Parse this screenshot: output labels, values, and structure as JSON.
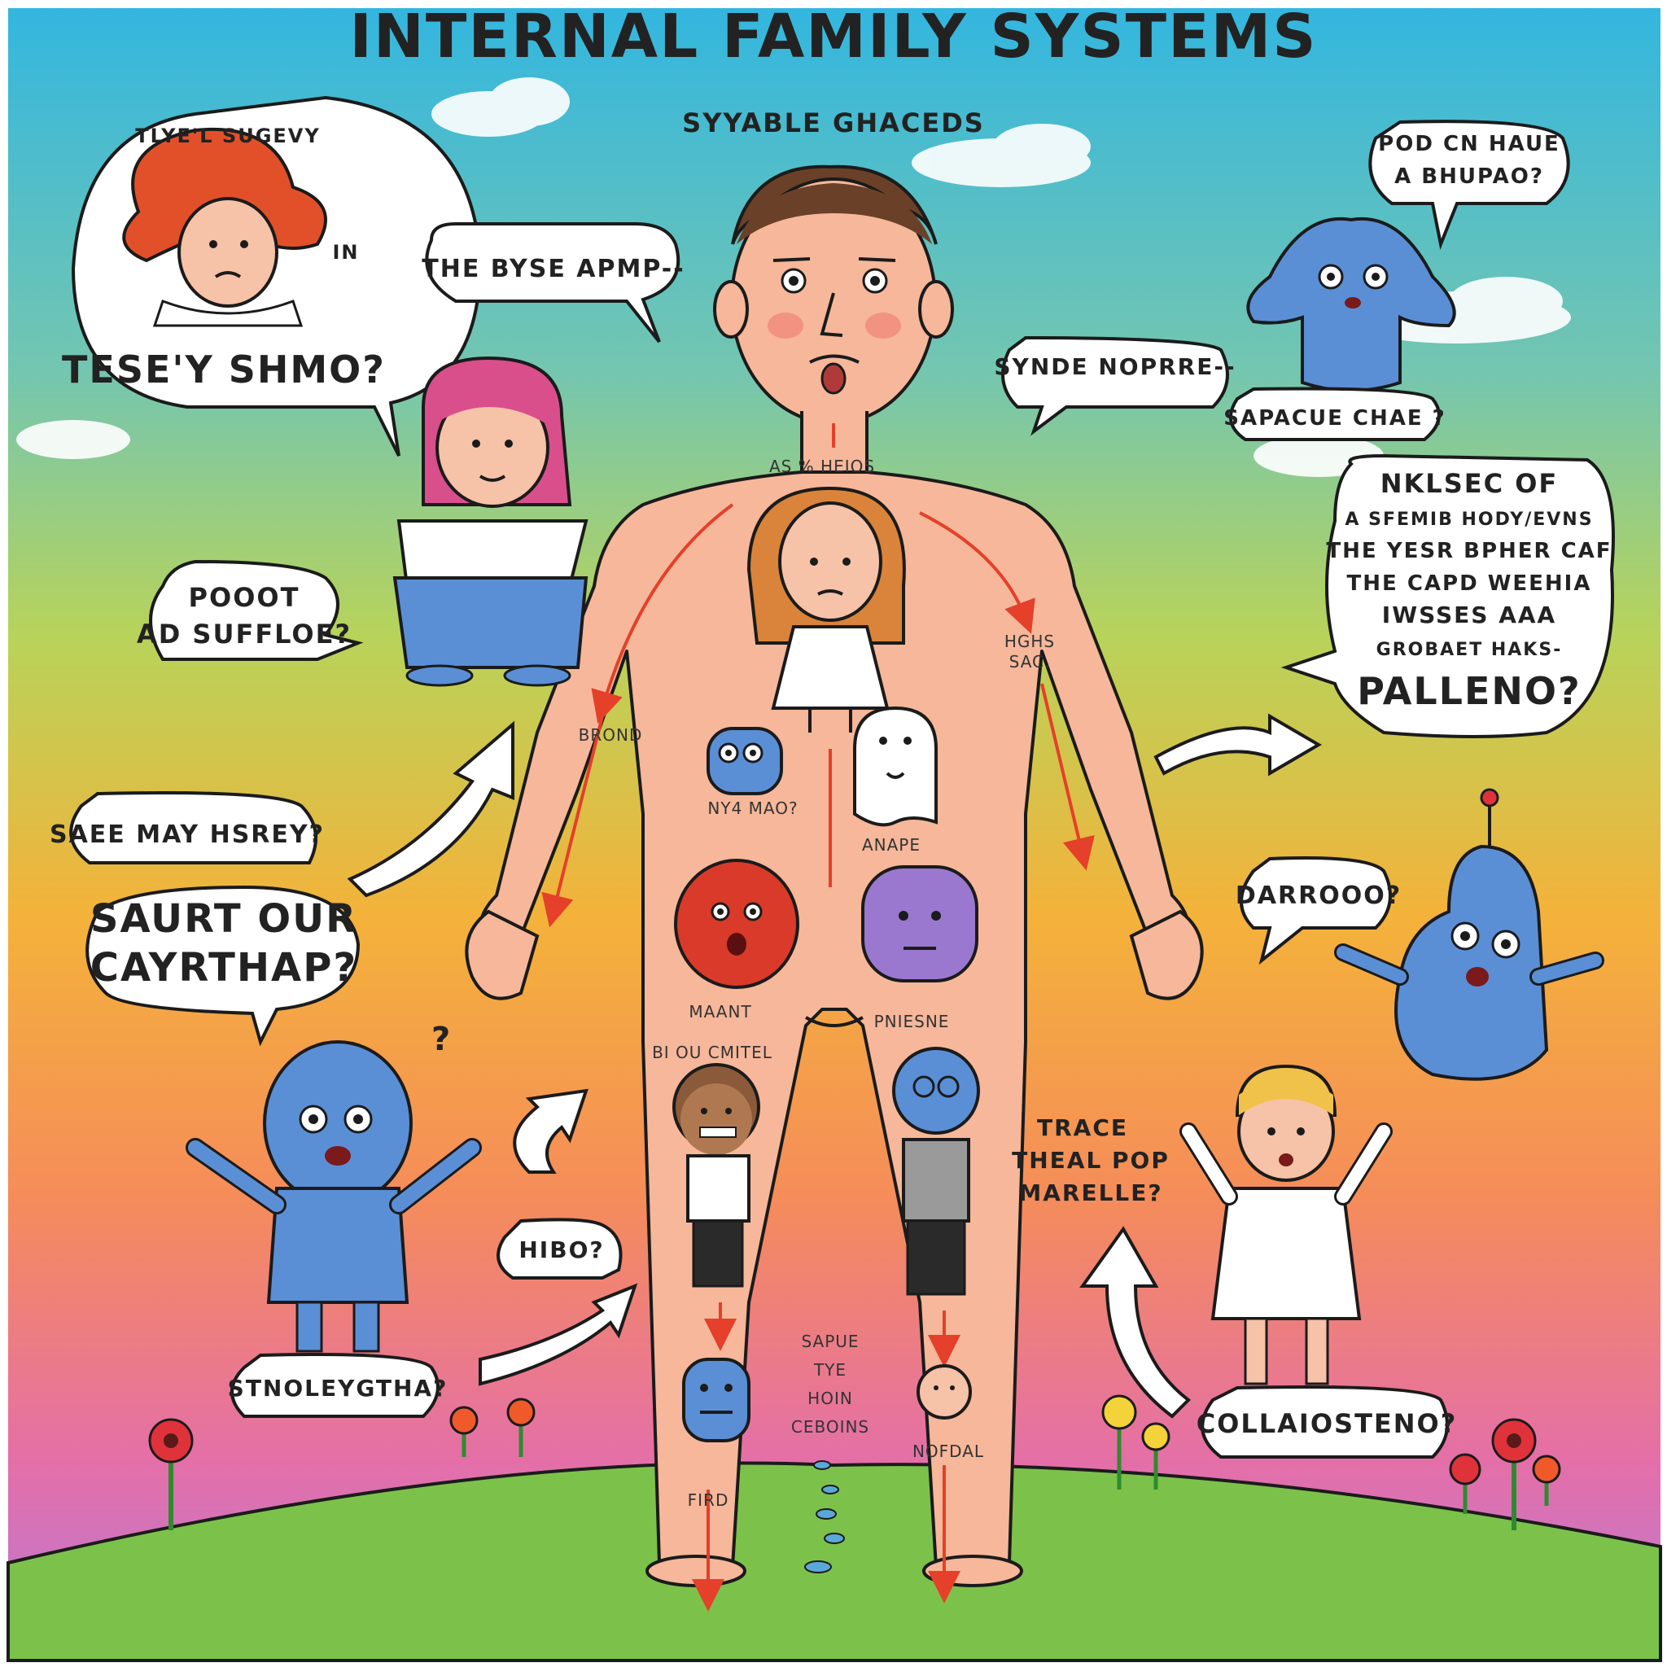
{
  "title": "INTERNAL FAMILY SYSTEMS",
  "subtitle": "SYYABLE GHACEDS",
  "colors": {
    "sky_top": "#38b8dc",
    "sky_mid": "#9ccf63",
    "sky_low": "#f4b13c",
    "sky_bottom": "#e070b0",
    "grass": "#7cc24a",
    "skin": "#f6b79a",
    "arrow_red": "#e4402a",
    "part_blue": "#5a8fd6",
    "part_red": "#d93a2a",
    "part_purple": "#9a78d0"
  },
  "bubbles": {
    "top_left_small": "TLYE'L SUGEVY",
    "top_left_side": "IN",
    "top_left_main": "TESE'Y SHMO?",
    "byse": "THE BYSE APMP--",
    "top_right": [
      "POD CN HAUE",
      "A BHUPAO?"
    ],
    "synde": "SYNDE NOPRRE--",
    "sapache": "SAPACUE CHAE ?",
    "nklsec": [
      "NKLSEC OF",
      "A SFEMIB HODY/EVNS",
      "THE YESR BPHER CAF",
      "THE CAPD WEEHIA",
      "IWSSES AAA",
      "GROBAET HAKS-"
    ],
    "nklsec_big": "PALLENO?",
    "pooot": [
      "POOOT",
      "AD SUFFLOE?"
    ],
    "saee": "SAEE MAY HSREY?",
    "saurt": [
      "SAURT OUR",
      "CAYRTHAP?"
    ],
    "darrooo": "DARROOO?",
    "trace": [
      "TRACE",
      "THEAL POP",
      "MARELLE?"
    ],
    "hibo": "HIBO?",
    "stnoley": "STNOLEYGTHA?",
    "collai": "COLLAIOSTENO?"
  },
  "body_labels": {
    "neck": "AS % HEIOS",
    "right_arm": [
      "HGHS",
      "SAC."
    ],
    "left_arm": "BROND",
    "small_part": "NY4 MAO?",
    "mid": "ANAPE",
    "belly_left": "MAANT",
    "belly_right": "PNIESNE",
    "thigh_left": "BI OU CMITEL",
    "center_text": [
      "SAPUE",
      "TYE",
      "HOIN",
      "CEBOINS"
    ],
    "calf_right": "NOFDAL",
    "calf_left": "FIRD"
  },
  "icons": [
    "flower-icon",
    "cloud-icon",
    "question-mark-icon",
    "curved-arrow-icon"
  ]
}
